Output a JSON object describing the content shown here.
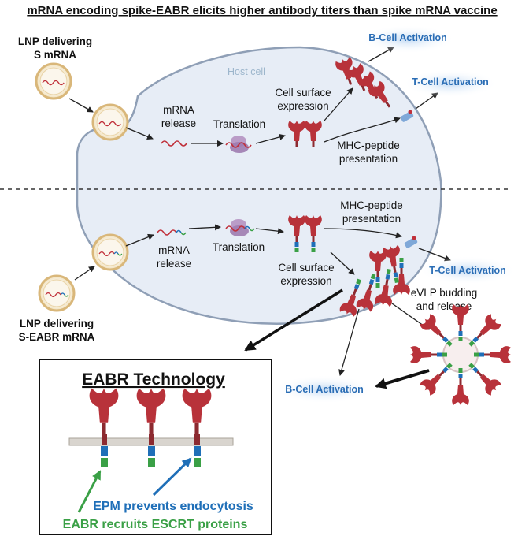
{
  "title": "mRNA encoding spike-EABR elicits higher antibody titers than spike mRNA vaccine",
  "host_cell": "Host cell",
  "top": {
    "lnp_label": [
      "LNP delivering",
      "S mRNA"
    ],
    "mrna_release": [
      "mRNA",
      "release"
    ],
    "translation": "Translation",
    "cell_surface": [
      "Cell surface",
      "expression"
    ],
    "mhc": [
      "MHC-peptide",
      "presentation"
    ],
    "b_cell": "B-Cell Activation",
    "t_cell": "T-Cell Activation"
  },
  "bottom": {
    "lnp_label": [
      "LNP delivering",
      "S-EABR mRNA"
    ],
    "mrna_release": [
      "mRNA",
      "release"
    ],
    "translation": "Translation",
    "cell_surface": [
      "Cell surface",
      "expression"
    ],
    "mhc": [
      "MHC-peptide",
      "presentation"
    ],
    "t_cell": "T-Cell Activation",
    "evlp": [
      "eVLP budding",
      "and release"
    ],
    "b_cell": "B-Cell Activation"
  },
  "box": {
    "title": "EABR Technology",
    "epm": "EPM prevents endocytosis",
    "eabr": "EABR recruits ESCRT proteins"
  },
  "colors": {
    "spike": "#b8323a",
    "cell_fill": "#e7edf6",
    "cell_stroke": "#8f9fb6",
    "epm": "#1f6fb8",
    "eabr": "#3aa046",
    "activation": "#2a6db5"
  }
}
